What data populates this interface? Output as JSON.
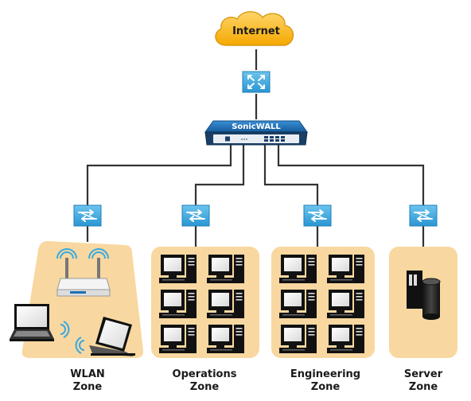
{
  "internet_label": "Internet",
  "firewall_label": "SonicWALL",
  "zones": [
    {
      "line1": "WLAN",
      "line2": "Zone"
    },
    {
      "line1": "Operations",
      "line2": "Zone"
    },
    {
      "line1": "Engineering",
      "line2": "Zone"
    },
    {
      "line1": "Server",
      "line2": "Zone"
    }
  ],
  "colors": {
    "cloud": "#fdc02f",
    "zone_bg": "#f8d8a0",
    "switch": "#39a9e0",
    "firewall": "#1d6fb5",
    "cable": "#333333"
  }
}
